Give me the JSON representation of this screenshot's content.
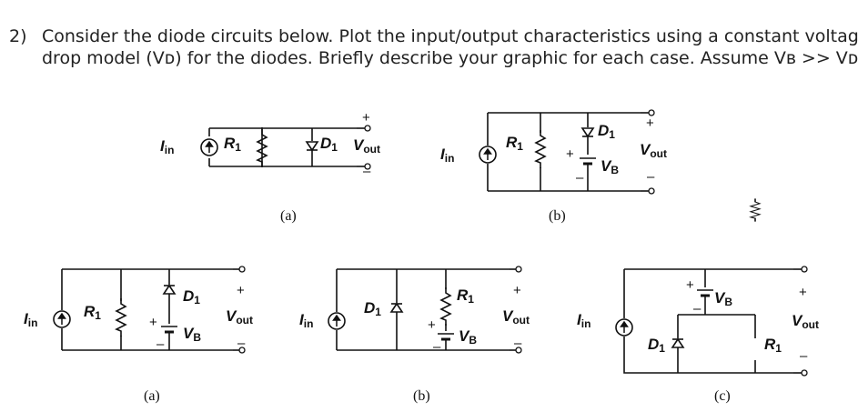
{
  "question": {
    "number": "2)",
    "line1": "Consider the diode circuits below. Plot the input/output characteristics using a constant voltage",
    "line2": "drop model (Vᴅ) for the diodes. Briefly describe your graphic for each case. Assume Vʙ >> Vᴅ."
  },
  "labels": {
    "I": "I",
    "in": "in",
    "R1": "R",
    "R1sub": "1",
    "D1": "D",
    "D1sub": "1",
    "V": "V",
    "out": "out",
    "B": "B",
    "plus": "+",
    "minus": "–"
  },
  "captions": {
    "top_a": "(a)",
    "top_b": "(b)",
    "bot_a": "(a)",
    "bot_b": "(b)",
    "bot_c": "(c)"
  }
}
